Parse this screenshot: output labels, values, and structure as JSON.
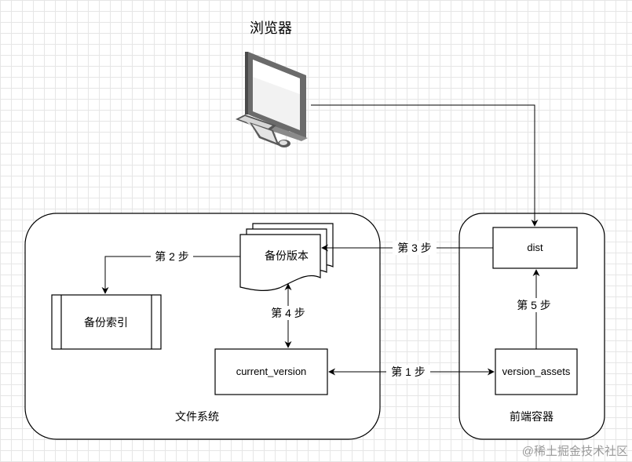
{
  "browser": {
    "title": "浏览器"
  },
  "filesystem": {
    "title": "文件系统",
    "backup_versions": "备份版本",
    "backup_index": "备份索引",
    "current_version": "current_version"
  },
  "frontend": {
    "title": "前端容器",
    "dist": "dist",
    "version_assets": "version_assets"
  },
  "steps": {
    "step1": "第 1 步",
    "step2": "第 2 步",
    "step3": "第 3 步",
    "step4": "第 4 步",
    "step5": "第 5 步"
  },
  "watermark": "@稀土掘金技术社区"
}
